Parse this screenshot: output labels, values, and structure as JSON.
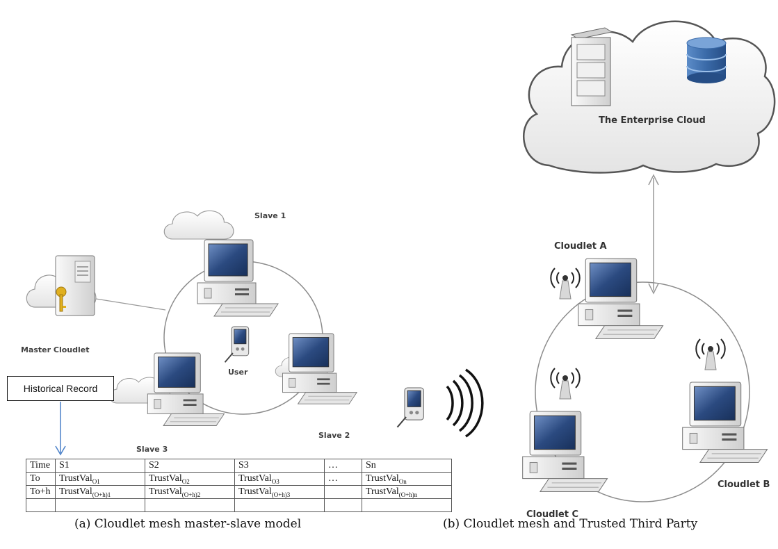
{
  "panel_a": {
    "labels": {
      "slave1": "Slave 1",
      "slave2": "Slave 2",
      "slave3": "Slave 3",
      "master": "Master Cloudlet",
      "user": "User",
      "historical_record": "Historical Record"
    },
    "table": {
      "header": [
        "Time",
        "S1",
        "S2",
        "S3",
        "…",
        "Sn"
      ],
      "rows": [
        [
          [
            "To",
            ""
          ],
          [
            "TrustVal",
            "O1"
          ],
          [
            "TrustVal",
            "O2"
          ],
          [
            "TrustVal",
            "O3"
          ],
          [
            "…",
            ""
          ],
          [
            "TrustVal",
            "On"
          ]
        ],
        [
          [
            "To+h",
            ""
          ],
          [
            "TrustVal",
            "(O+h)1"
          ],
          [
            "TrustVal",
            "(O+h)2"
          ],
          [
            "TrustVal",
            "(O+h)3"
          ],
          [
            "",
            ""
          ],
          [
            "TrustVal",
            "(O+h)n"
          ]
        ],
        [
          [
            "",
            ""
          ],
          [
            "",
            ""
          ],
          [
            "",
            ""
          ],
          [
            "",
            ""
          ],
          [
            "",
            ""
          ],
          [
            "",
            ""
          ]
        ]
      ]
    },
    "caption": "(a) Cloudlet mesh master-slave model"
  },
  "panel_b": {
    "labels": {
      "cloud": "The Enterprise Cloud",
      "cloudlet_a": "Cloudlet A",
      "cloudlet_b": "Cloudlet B",
      "cloudlet_c": "Cloudlet C"
    },
    "caption": "(b) Cloudlet mesh and Trusted Third Party"
  },
  "colors": {
    "monitor_screen": "#2b4a80",
    "pc_body": "#e8e8e8",
    "cloud_fill": "#f4f4f4",
    "ring_stroke": "#8c8c8c",
    "arrow_blue": "#4a80c8",
    "database_blue": "#3a6aa8",
    "key_gold": "#e0b020"
  }
}
